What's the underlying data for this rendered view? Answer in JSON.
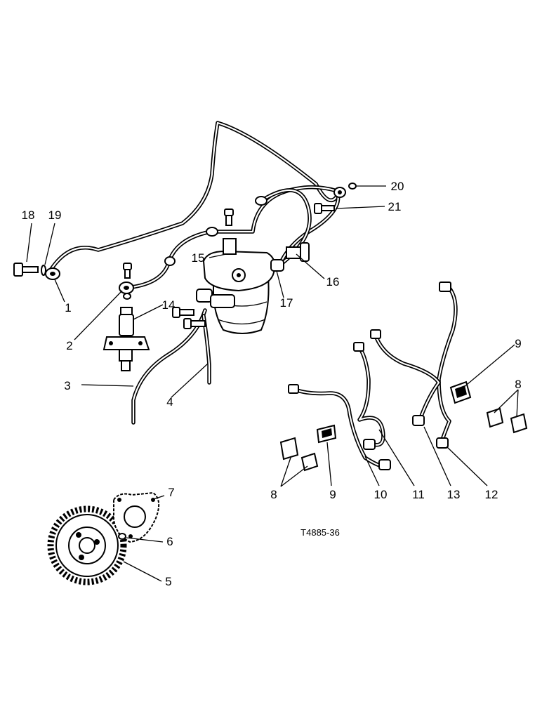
{
  "figure_code": "T4885-36",
  "callouts": {
    "c1": "1",
    "c2": "2",
    "c3": "3",
    "c4": "4",
    "c5": "5",
    "c6": "6",
    "c7": "7",
    "c8a": "8",
    "c8b": "8",
    "c9a": "9",
    "c9b": "9",
    "c10": "10",
    "c11": "11",
    "c12": "12",
    "c13": "13",
    "c14": "14",
    "c15": "15",
    "c16": "16",
    "c17": "17",
    "c18": "18",
    "c19": "19",
    "c20": "20",
    "c21": "21"
  }
}
